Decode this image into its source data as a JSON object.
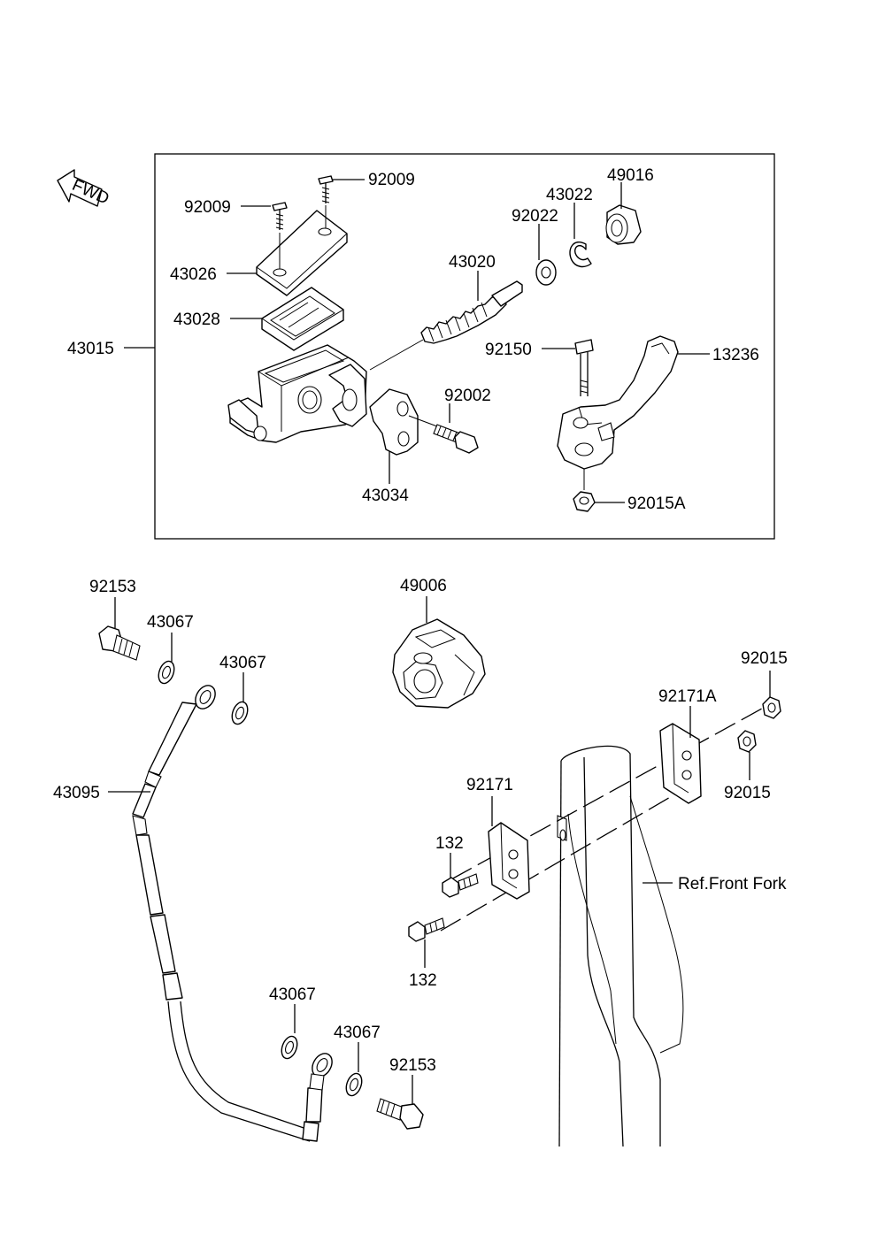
{
  "fwd_text": "FWD",
  "labels": {
    "p92009_right": "92009",
    "p92009_left": "92009",
    "p43026": "43026",
    "p43028": "43028",
    "p43015": "43015",
    "p43020": "43020",
    "p92022": "92022",
    "p43022": "43022",
    "p49016": "49016",
    "p92150": "92150",
    "p13236": "13236",
    "p92002": "92002",
    "p43034": "43034",
    "p92015A": "92015A",
    "p92153_top": "92153",
    "p43067_a": "43067",
    "p43067_b": "43067",
    "p43095": "43095",
    "p49006": "49006",
    "p92015_top": "92015",
    "p92171A": "92171A",
    "p92015_bottom": "92015",
    "p92171": "92171",
    "p132_top": "132",
    "p132_bottom": "132",
    "ref_front_fork": "Ref.Front Fork",
    "p43067_c": "43067",
    "p43067_d": "43067",
    "p92153_bottom": "92153"
  }
}
